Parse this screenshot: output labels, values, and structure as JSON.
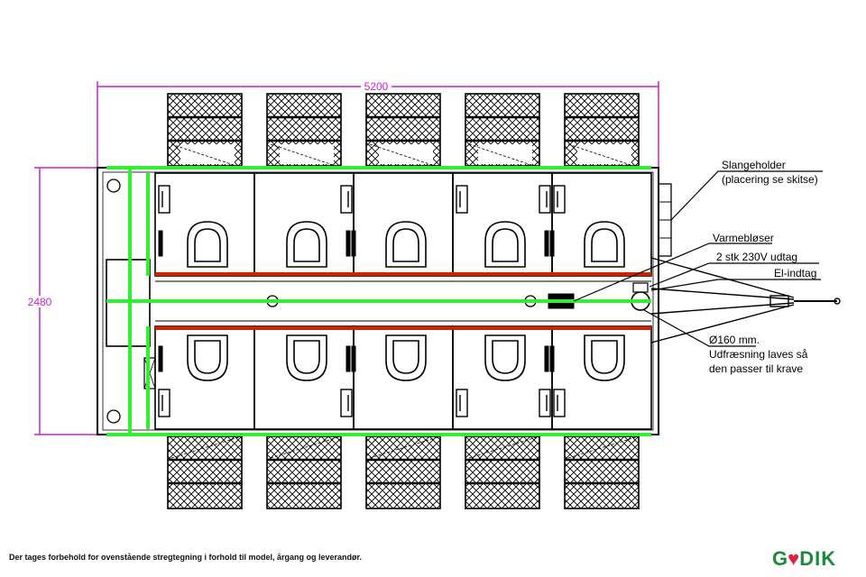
{
  "dimensions": {
    "width": "5200",
    "height": "2480"
  },
  "labels": {
    "slangeholder_1": "Slangeholder",
    "slangeholder_2": "(placering se skitse)",
    "varmeblaeser": "Varmebløser",
    "udtag": "2 stk 230V udtag",
    "el_indtag": "El-indtag",
    "pipe_1": "Ø160 mm.",
    "pipe_2": "Udfræsning laves så",
    "pipe_3": "den passer til krave"
  },
  "footer": {
    "disclaimer": "Der tages forbehold for ovenstående stregtegning i forhold til model, årgang og leverandør.",
    "logo_left": "G",
    "logo_right": "DIK"
  },
  "colors": {
    "pipe_green": "#33ee33",
    "heater_red": "#cc2200",
    "dimension_magenta": "#cc22cc",
    "logo_green": "#1e8a3c",
    "logo_heart": "#e0233a"
  },
  "icons": {
    "logo_heart": "heart-icon"
  }
}
